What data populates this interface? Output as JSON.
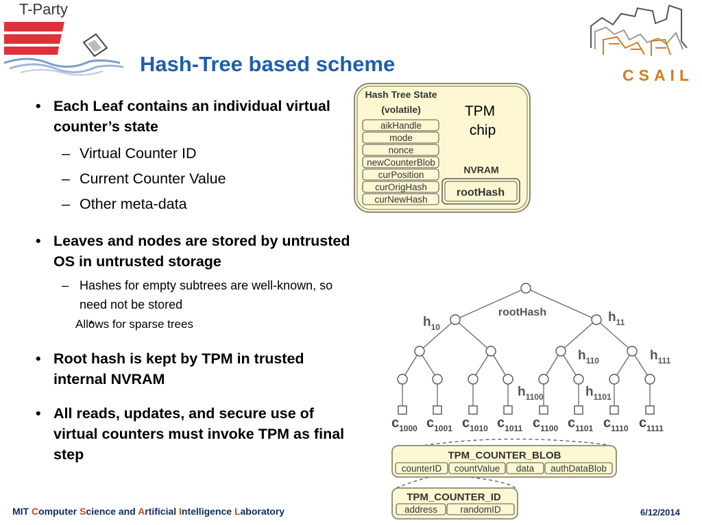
{
  "header": {
    "logo_text": "T-Party",
    "title": "Hash-Tree based scheme",
    "csail_label": "CSAIL"
  },
  "bullets": {
    "b1": {
      "text": "Each Leaf contains an individual virtual counter’s state",
      "subs": [
        "Virtual Counter ID",
        "Current Counter Value",
        "Other meta-data"
      ]
    },
    "b2": {
      "text": "Leaves and nodes are stored by untrusted OS in untrusted storage",
      "sub": "Hashes for empty subtrees are well-known, so need not be stored",
      "subsub": "Allows for sparse trees"
    },
    "b3": {
      "text": "Root hash is kept by TPM in trusted internal NVRAM"
    },
    "b4": {
      "text": "All reads, updates, and secure use of virtual counters must invoke TPM as final step"
    }
  },
  "tpm": {
    "state_title_1": "Hash Tree State",
    "state_title_2": "(volatile)",
    "fields": [
      "aikHandle",
      "mode",
      "nonce",
      "newCounterBlob",
      "curPosition",
      "curOrigHash",
      "curNewHash"
    ],
    "chip_1": "TPM",
    "chip_2": "chip",
    "nvram": "NVRAM",
    "root_hash": "rootHash"
  },
  "tree": {
    "root_label": "rootHash",
    "h10": {
      "base": "h",
      "sub": "10"
    },
    "h11": {
      "base": "h",
      "sub": "11"
    },
    "h110": {
      "base": "h",
      "sub": "110"
    },
    "h111": {
      "base": "h",
      "sub": "111"
    },
    "h1100": {
      "base": "h",
      "sub": "1100"
    },
    "h1101": {
      "base": "h",
      "sub": "1101"
    },
    "leaves": [
      {
        "base": "c",
        "sub": "1000"
      },
      {
        "base": "c",
        "sub": "1001"
      },
      {
        "base": "c",
        "sub": "1010"
      },
      {
        "base": "c",
        "sub": "1011"
      },
      {
        "base": "c",
        "sub": "1100"
      },
      {
        "base": "c",
        "sub": "1101"
      },
      {
        "base": "c",
        "sub": "1110"
      },
      {
        "base": "c",
        "sub": "1111"
      }
    ]
  },
  "blob": {
    "title": "TPM_COUNTER_BLOB",
    "fields": [
      "counterID",
      "countValue",
      "data",
      "authDataBlob"
    ]
  },
  "counter_id": {
    "title": "TPM_COUNTER_ID",
    "fields": [
      "address",
      "randomID"
    ]
  },
  "footer": {
    "p1": "MIT ",
    "a1": "C",
    "p2": "omputer ",
    "a2": "S",
    "p3": "cience and ",
    "a3": "A",
    "p4": "rtificial ",
    "a4": "I",
    "p5": "ntelligence ",
    "a5": "L",
    "p6": "aboratory",
    "date": "6/12/2014"
  },
  "colors": {
    "title": "#1f5fa8",
    "logo_red": "#e0313a",
    "box_fill": "#fdf8d2",
    "box_stroke": "#8c8773",
    "csail_orange": "#d87a1c",
    "footer_navy": "#0d2b5e",
    "footer_accent": "#c9481a"
  }
}
